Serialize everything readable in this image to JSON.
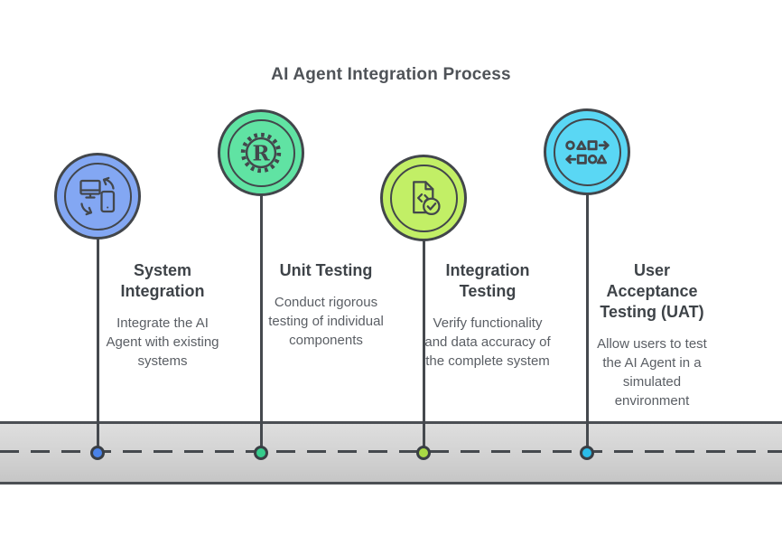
{
  "title": "AI Agent Integration Process",
  "colors": {
    "stroke_dark": "#43474c",
    "road_border": "#4b4f54",
    "road_top": "#dedede",
    "road_bottom": "#c6c6c6",
    "heading_text": "#3e4348",
    "body_text": "#5a5e64",
    "title_text": "#4f5358"
  },
  "steps": [
    {
      "icon": "device-sync-icon",
      "circle_fill": "#83a7f3",
      "dot_fill": "#4a82e8",
      "heading_lines": [
        "System",
        "Integration"
      ],
      "description_lines": [
        "Integrate the AI",
        "Agent with existing",
        "systems"
      ]
    },
    {
      "icon": "gear-r-icon",
      "circle_fill": "#60e3a3",
      "dot_fill": "#35cc8c",
      "heading_lines": [
        "Unit Testing"
      ],
      "description_lines": [
        "Conduct rigorous",
        "testing of individual",
        "components"
      ]
    },
    {
      "icon": "code-file-check-icon",
      "circle_fill": "#c2ef66",
      "dot_fill": "#a9da45",
      "heading_lines": [
        "Integration",
        "Testing"
      ],
      "description_lines": [
        "Verify functionality",
        "and data accuracy of",
        "the complete system"
      ]
    },
    {
      "icon": "shapes-flow-icon",
      "circle_fill": "#5ad7f4",
      "dot_fill": "#2bbce9",
      "heading_lines": [
        "User",
        "Acceptance",
        "Testing (UAT)"
      ],
      "description_lines": [
        "Allow users to test",
        "the AI Agent in a",
        "simulated",
        "environment"
      ]
    }
  ]
}
